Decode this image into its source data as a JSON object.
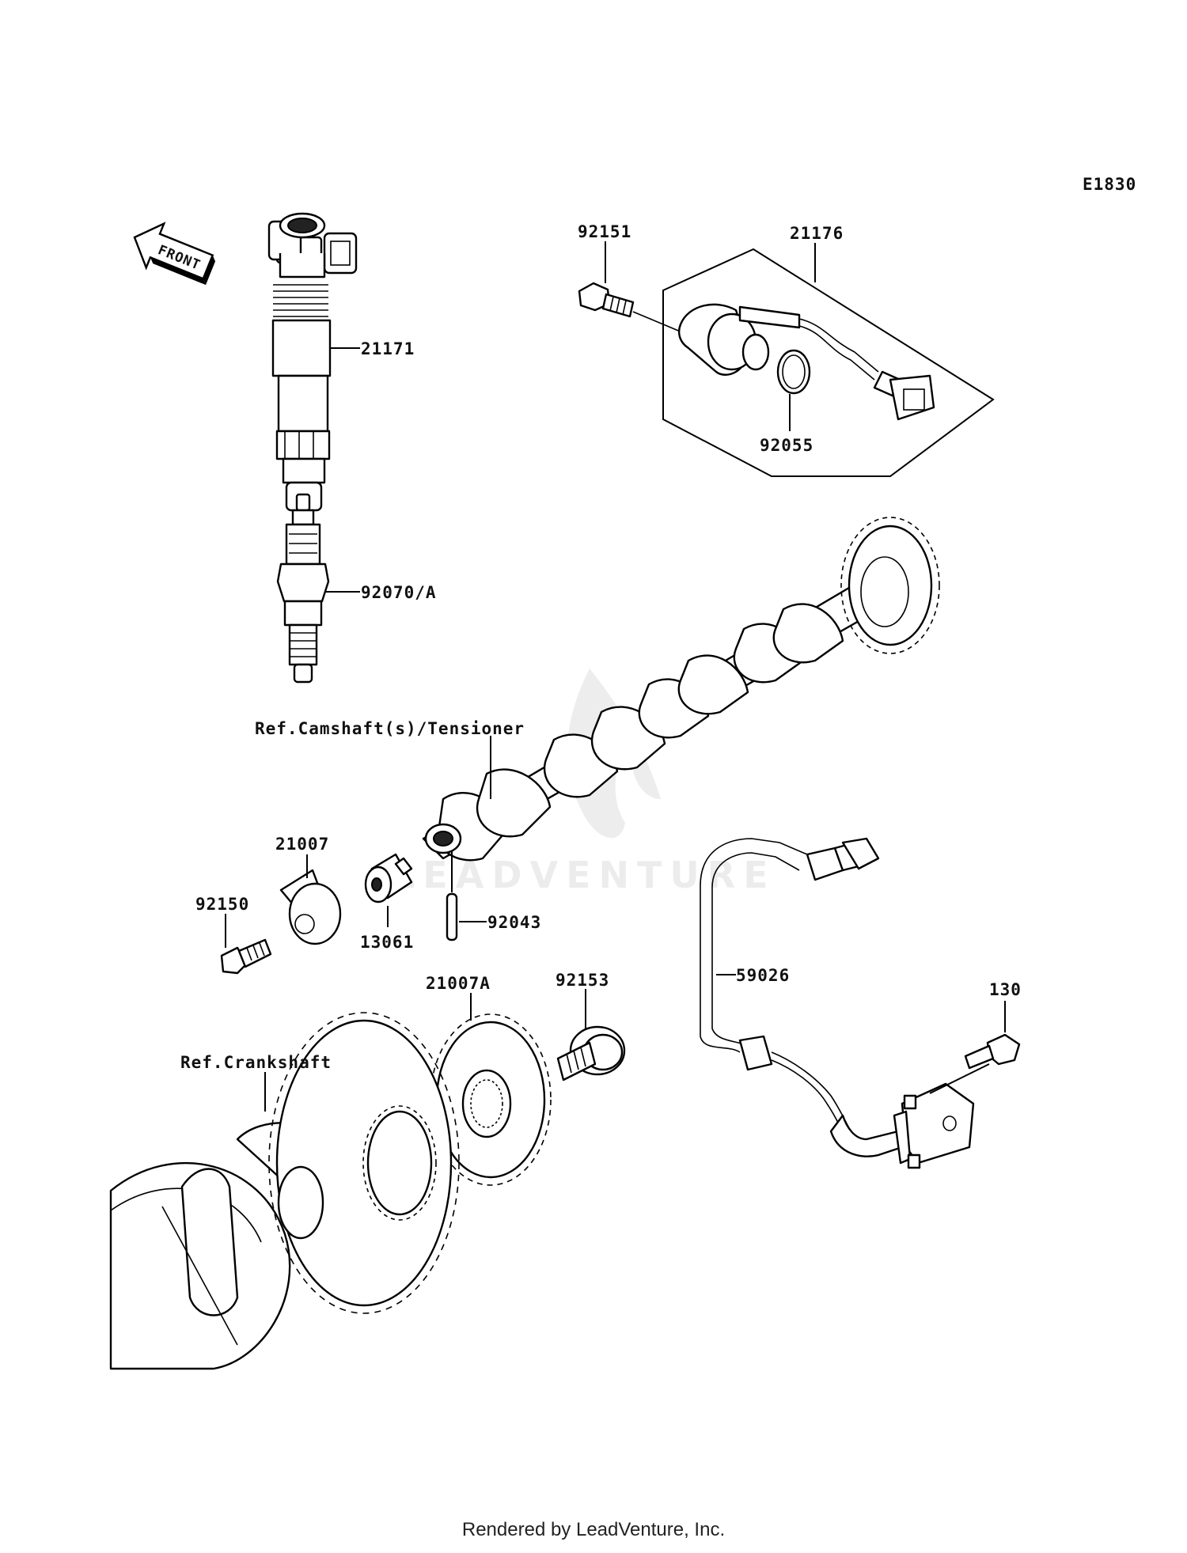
{
  "diagram_code": "E1830",
  "front_label": "FRONT",
  "watermark": "LEADVENTURE",
  "footer": "Rendered by LeadVenture, Inc.",
  "parts": {
    "ignition_coil": "21171",
    "spark_plug": "92070/A",
    "sensor_bolt": "92151",
    "camshaft_sensor": "21176",
    "o_ring": "92055",
    "camshaft_ref": "Ref.Camshaft(s)/Tensioner",
    "rotor": "21007",
    "spacer": "13061",
    "pin": "92043",
    "rotor_bolt": "92150",
    "timing_rotor": "21007A",
    "flange_bolt": "92153",
    "crankshaft_ref": "Ref.Crankshaft",
    "lead": "59026",
    "pickup_bolt": "130"
  }
}
